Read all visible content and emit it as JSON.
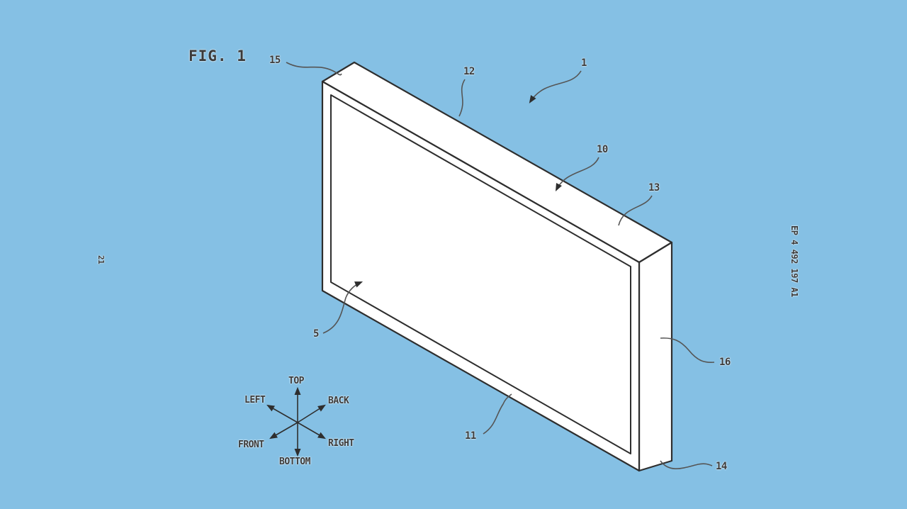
{
  "figure": {
    "title": "FIG. 1",
    "publication_number": "EP 4 492 197 A1",
    "page_number": "21",
    "background_color": "#85c0e4",
    "line_color": "#2e2e2e",
    "face_color": "#ffffff"
  },
  "reference_labels": [
    {
      "id": "1",
      "text": "1"
    },
    {
      "id": "5",
      "text": "5"
    },
    {
      "id": "10",
      "text": "10"
    },
    {
      "id": "11",
      "text": "11"
    },
    {
      "id": "12",
      "text": "12"
    },
    {
      "id": "13",
      "text": "13"
    },
    {
      "id": "14",
      "text": "14"
    },
    {
      "id": "15",
      "text": "15"
    },
    {
      "id": "16",
      "text": "16"
    }
  ],
  "direction_indicator": {
    "top": "TOP",
    "bottom": "BOTTOM",
    "left": "LEFT",
    "right": "RIGHT",
    "front": "FRONT",
    "back": "BACK"
  }
}
